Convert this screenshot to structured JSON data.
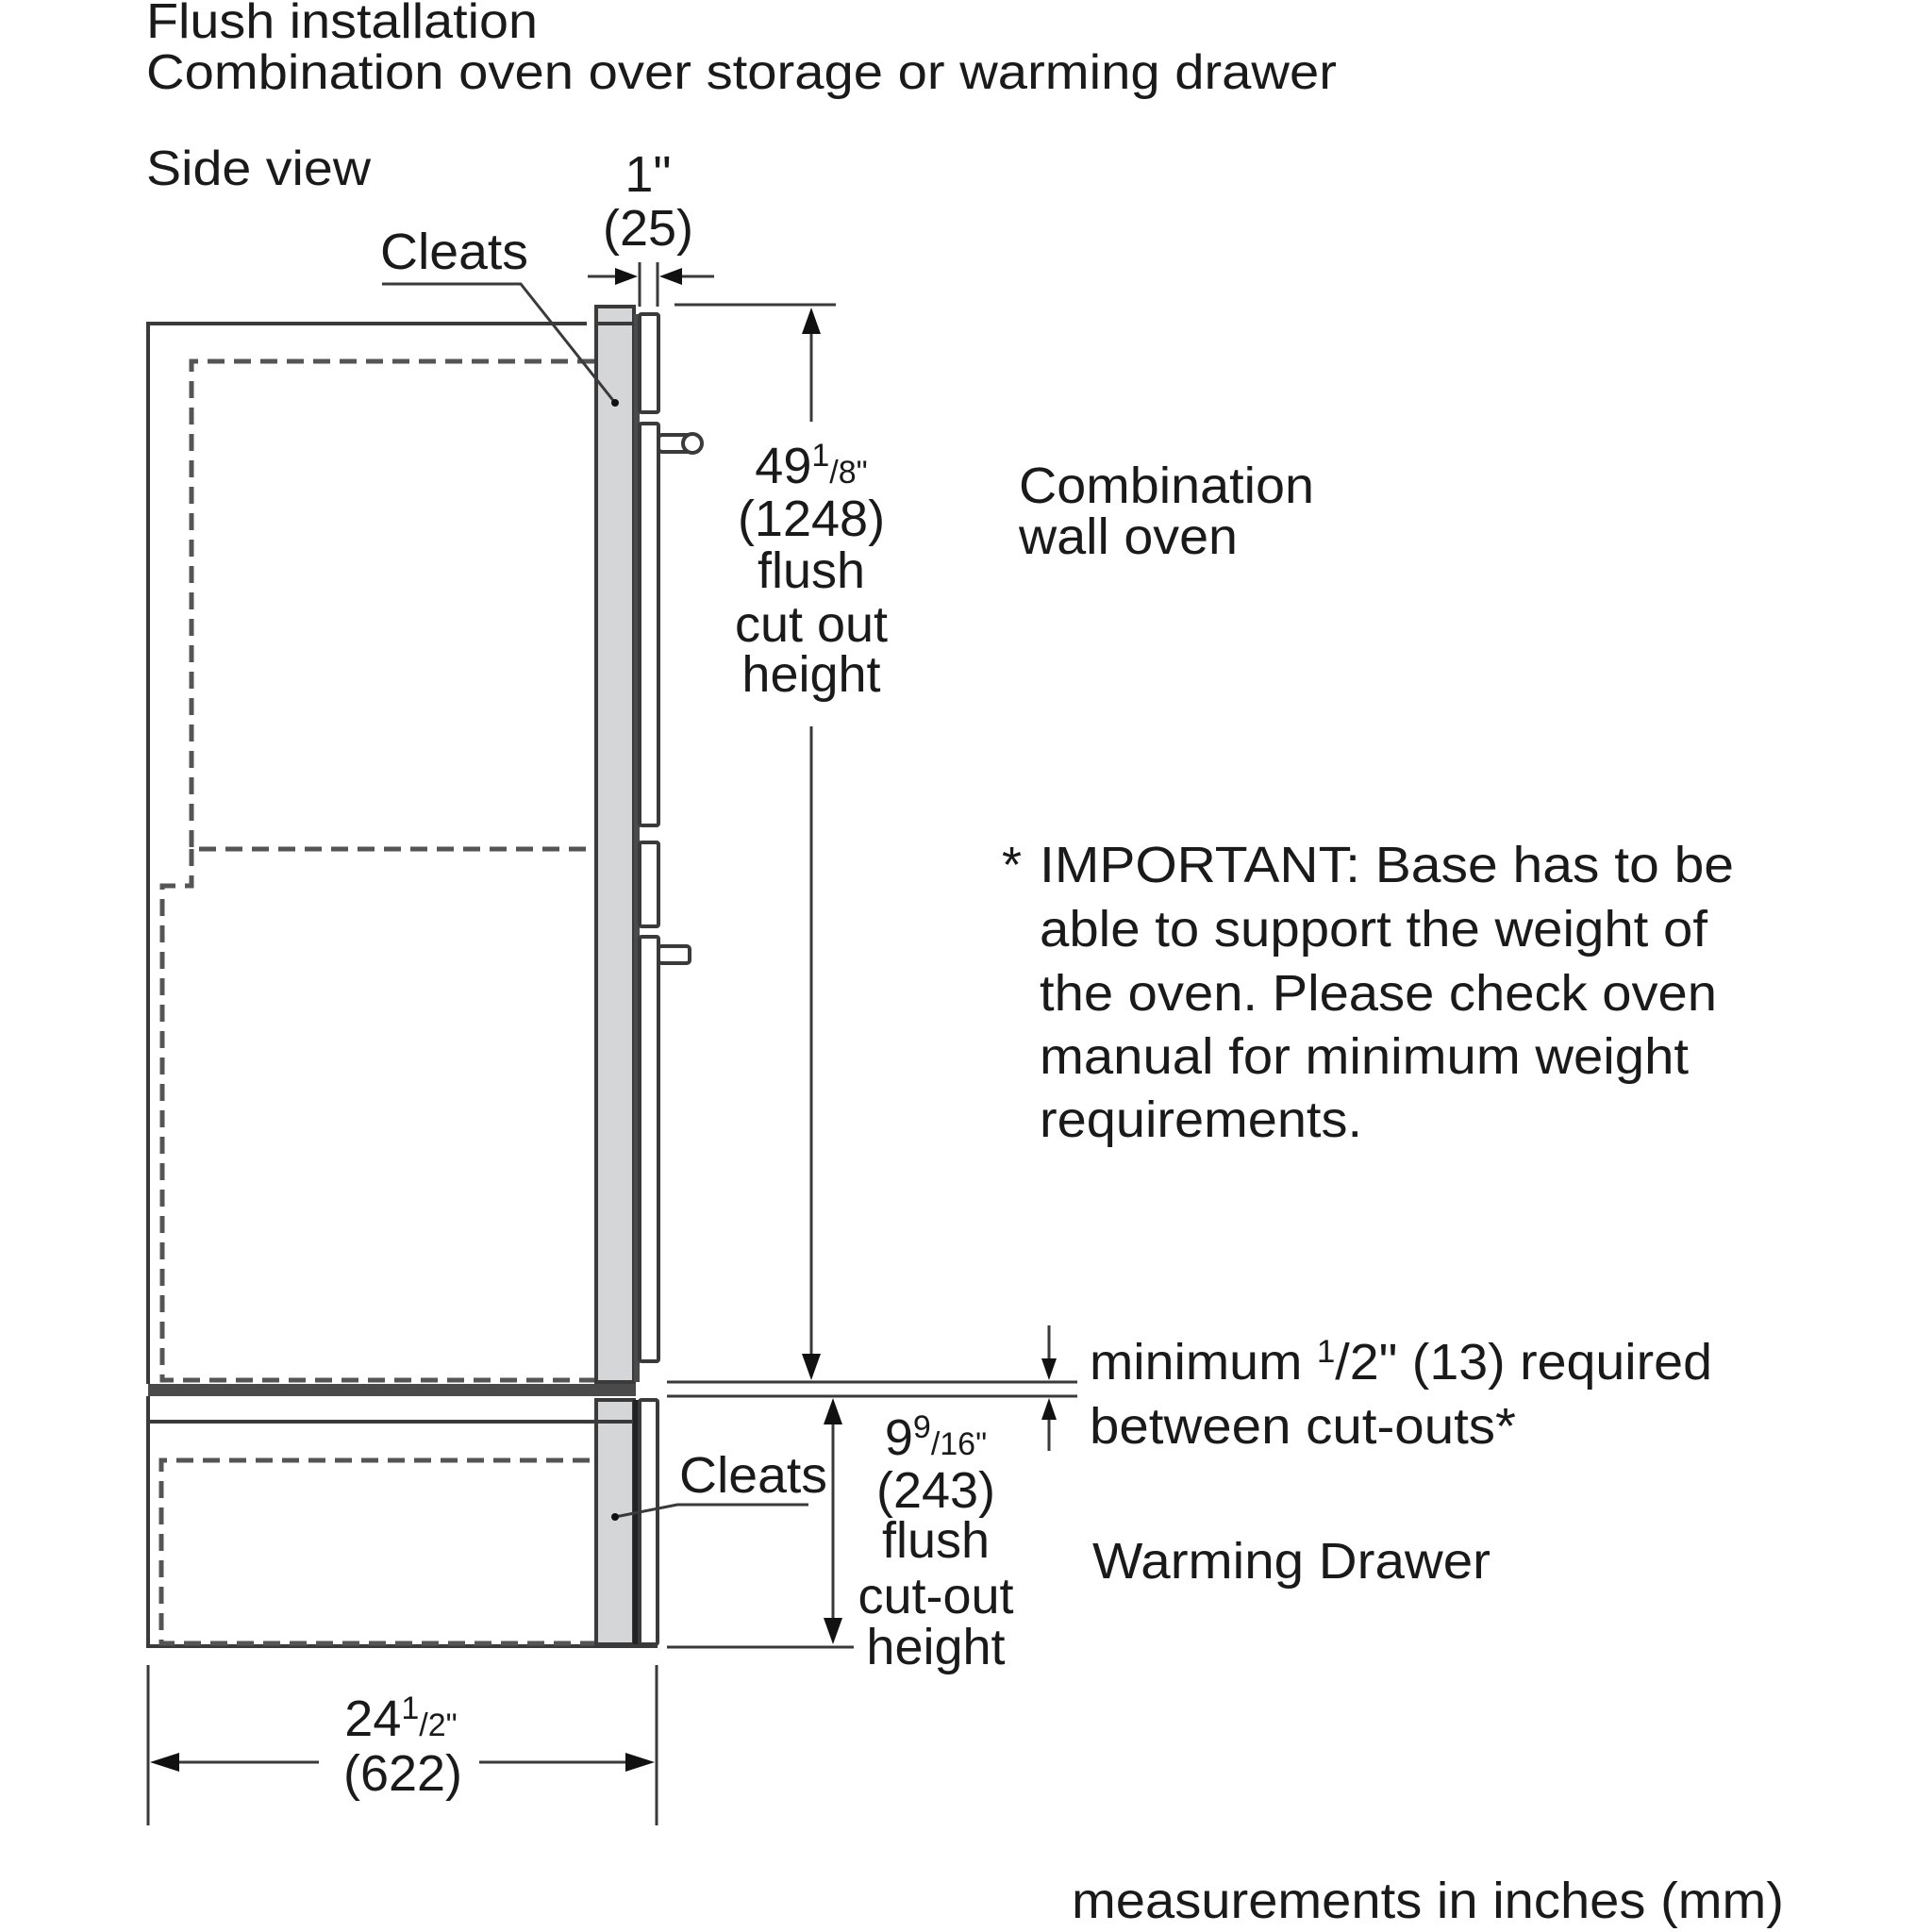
{
  "header": {
    "title": "Flush installation",
    "subtitle": "Combination oven over storage or warming drawer",
    "view_label": "Side view"
  },
  "labels": {
    "cleats_upper": "Cleats",
    "cleats_lower": "Cleats",
    "combination_oven_line1": "Combination",
    "combination_oven_line2": "wall oven",
    "warming_drawer": "Warming Drawer",
    "footer": "measurements in inches (mm)"
  },
  "dimensions": {
    "cleat_depth": {
      "inches": "1\"",
      "mm": "(25)"
    },
    "oven_cutout": {
      "inches_whole": "49",
      "inches_num": "1",
      "inches_den": "/8\"",
      "mm": "(1248)",
      "line1": "flush",
      "line2": "cut out",
      "line3": "height"
    },
    "drawer_cutout": {
      "inches_whole": "9",
      "inches_num": "9",
      "inches_den": "/16\"",
      "mm": "(243)",
      "line1": "flush",
      "line2": "cut-out",
      "line3": "height"
    },
    "gap": {
      "prefix": "minimum ",
      "num": "1",
      "rest": "/2\" (13) required",
      "line2": "between cut-outs*"
    },
    "width": {
      "inches_whole": "24",
      "inches_num": "1",
      "inches_den": "/2\"",
      "mm": "(622)"
    }
  },
  "note": {
    "asterisk": "*",
    "lines": [
      "IMPORTANT: Base has to be",
      "able to support the weight of",
      "the oven. Please check oven",
      "manual for minimum weight",
      "requirements."
    ]
  },
  "colors": {
    "line": "#3a3a3a",
    "cleat_fill": "#d5d6d8",
    "band": "#4a4a4a"
  }
}
